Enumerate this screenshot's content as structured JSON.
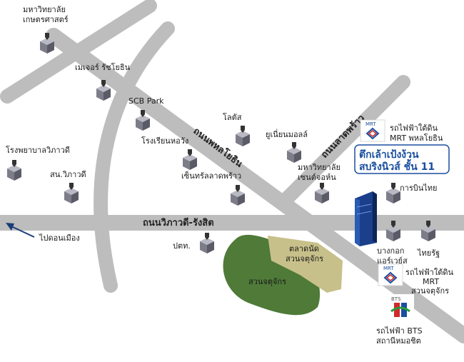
{
  "roads": {
    "vibhavadi_rangsit": "ถนนวิภาวดี-รังสิต",
    "phahonyothin": "ถนนพหลโยธิน",
    "lat_phrao": "ถนนลาดพร้าว"
  },
  "direction": "ไปดอนเมือง",
  "highlight": {
    "line1": "ตึกเล้าเป้งง้วน",
    "line2": "สบริงนิวส์ ชั้น 11"
  },
  "landmarks": {
    "kasetsart": [
      "มหาวิทยาลัย",
      "เกษตรศาสตร์"
    ],
    "majestic": "เมเจอร์ รัชโยธิน",
    "scb": "SCB Park",
    "hotwang": "โรงเรียนหอวัง",
    "lotus": "โลตัส",
    "union_mall": "ยูเนี่ยนมอลล์",
    "vibhavadi_hospital": "โรงพยาบาลวิภาวดี",
    "vibhavadi_station": "สน.วิภาวดี",
    "central_ladprao": "เซ็นทรัลลาดพร้าว",
    "chandrakasem": [
      "มหาวิทยาลัย",
      "เซนต์จอห์น"
    ],
    "thai_airways": "การบินไทย",
    "post": "ปตท.",
    "bangkok_airways": [
      "บางกอก",
      "แอร์เวย์ส"
    ],
    "thairath": "ไทยรัฐ",
    "chatuchak_market": [
      "ตลาดนัด",
      "สวนจตุจักร"
    ],
    "chatuchak_park": "สวนจตุจักร"
  },
  "transit": {
    "mrt_phahon": [
      "รถไฟฟ้าใต้ดิน",
      "MRT พหลโยธิน"
    ],
    "mrt_chatuchak": [
      "รถไฟฟ้าใต้ดิน",
      "MRT",
      "สวนจตุจักร"
    ],
    "bts_mochit": [
      "รถไฟฟ้า BTS",
      "สถานีหมอชิต"
    ],
    "mrt_logo": "MRT",
    "bts_logo": "BTS"
  },
  "colors": {
    "road": "#b8b8b8",
    "park": "#4f7a38",
    "market": "#c8c08a",
    "building": "#8a8a96",
    "accent": "#1a4fa0"
  }
}
